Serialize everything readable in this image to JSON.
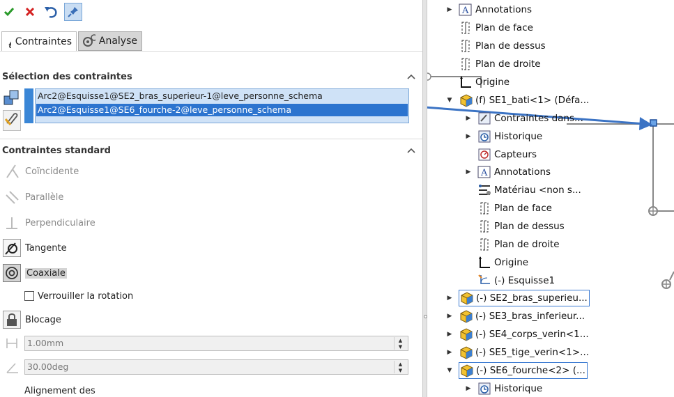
{
  "toolbar": {
    "ok_icon": "check-icon",
    "cancel_icon": "x-icon",
    "undo_icon": "undo-icon",
    "pin_icon": "pin-icon"
  },
  "tabs": [
    {
      "label": "Contraintes"
    },
    {
      "label": "Analyse"
    }
  ],
  "selection": {
    "title": "Sélection des contraintes",
    "items": [
      "Arc2@Esquisse1@SE2_bras_superieur-1@leve_personne_schema",
      "Arc2@Esquisse1@SE6_fourche-2@leve_personne_schema"
    ]
  },
  "standard": {
    "title": "Contraintes standard",
    "items": [
      {
        "label": "Coïncidente"
      },
      {
        "label": "Parallèle"
      },
      {
        "label": "Perpendiculaire"
      },
      {
        "label": "Tangente"
      },
      {
        "label": "Coaxiale"
      }
    ],
    "lock_rotation": "Verrouiller la rotation",
    "blocage": "Blocage",
    "distance": "1.00mm",
    "angle": "30.00deg",
    "alignment": "Alignement des"
  },
  "tree": [
    {
      "label": "Annotations"
    },
    {
      "label": "Plan de face"
    },
    {
      "label": "Plan de dessus"
    },
    {
      "label": "Plan de droite"
    },
    {
      "label": "Origine"
    },
    {
      "label": "(f) SE1_bati<1> (Défa..."
    },
    {
      "label": "Contraintes dans..."
    },
    {
      "label": "Historique"
    },
    {
      "label": "Capteurs"
    },
    {
      "label": "Annotations"
    },
    {
      "label": "Matériau <non s..."
    },
    {
      "label": "Plan de face"
    },
    {
      "label": "Plan de dessus"
    },
    {
      "label": "Plan de droite"
    },
    {
      "label": "Origine"
    },
    {
      "label": "(-) Esquisse1"
    },
    {
      "label": "(-) SE2_bras_superieu..."
    },
    {
      "label": "(-) SE3_bras_inferieur..."
    },
    {
      "label": "(-) SE4_corps_verin<1..."
    },
    {
      "label": "(-) SE5_tige_verin<1>..."
    },
    {
      "label": "(-) SE6_fourche<2> (..."
    },
    {
      "label": "Historique"
    }
  ],
  "colors": {
    "accent": "#3b73c4",
    "selection_bar": "#3a86d6",
    "ok": "#2a9a2a",
    "cancel": "#d42020"
  }
}
